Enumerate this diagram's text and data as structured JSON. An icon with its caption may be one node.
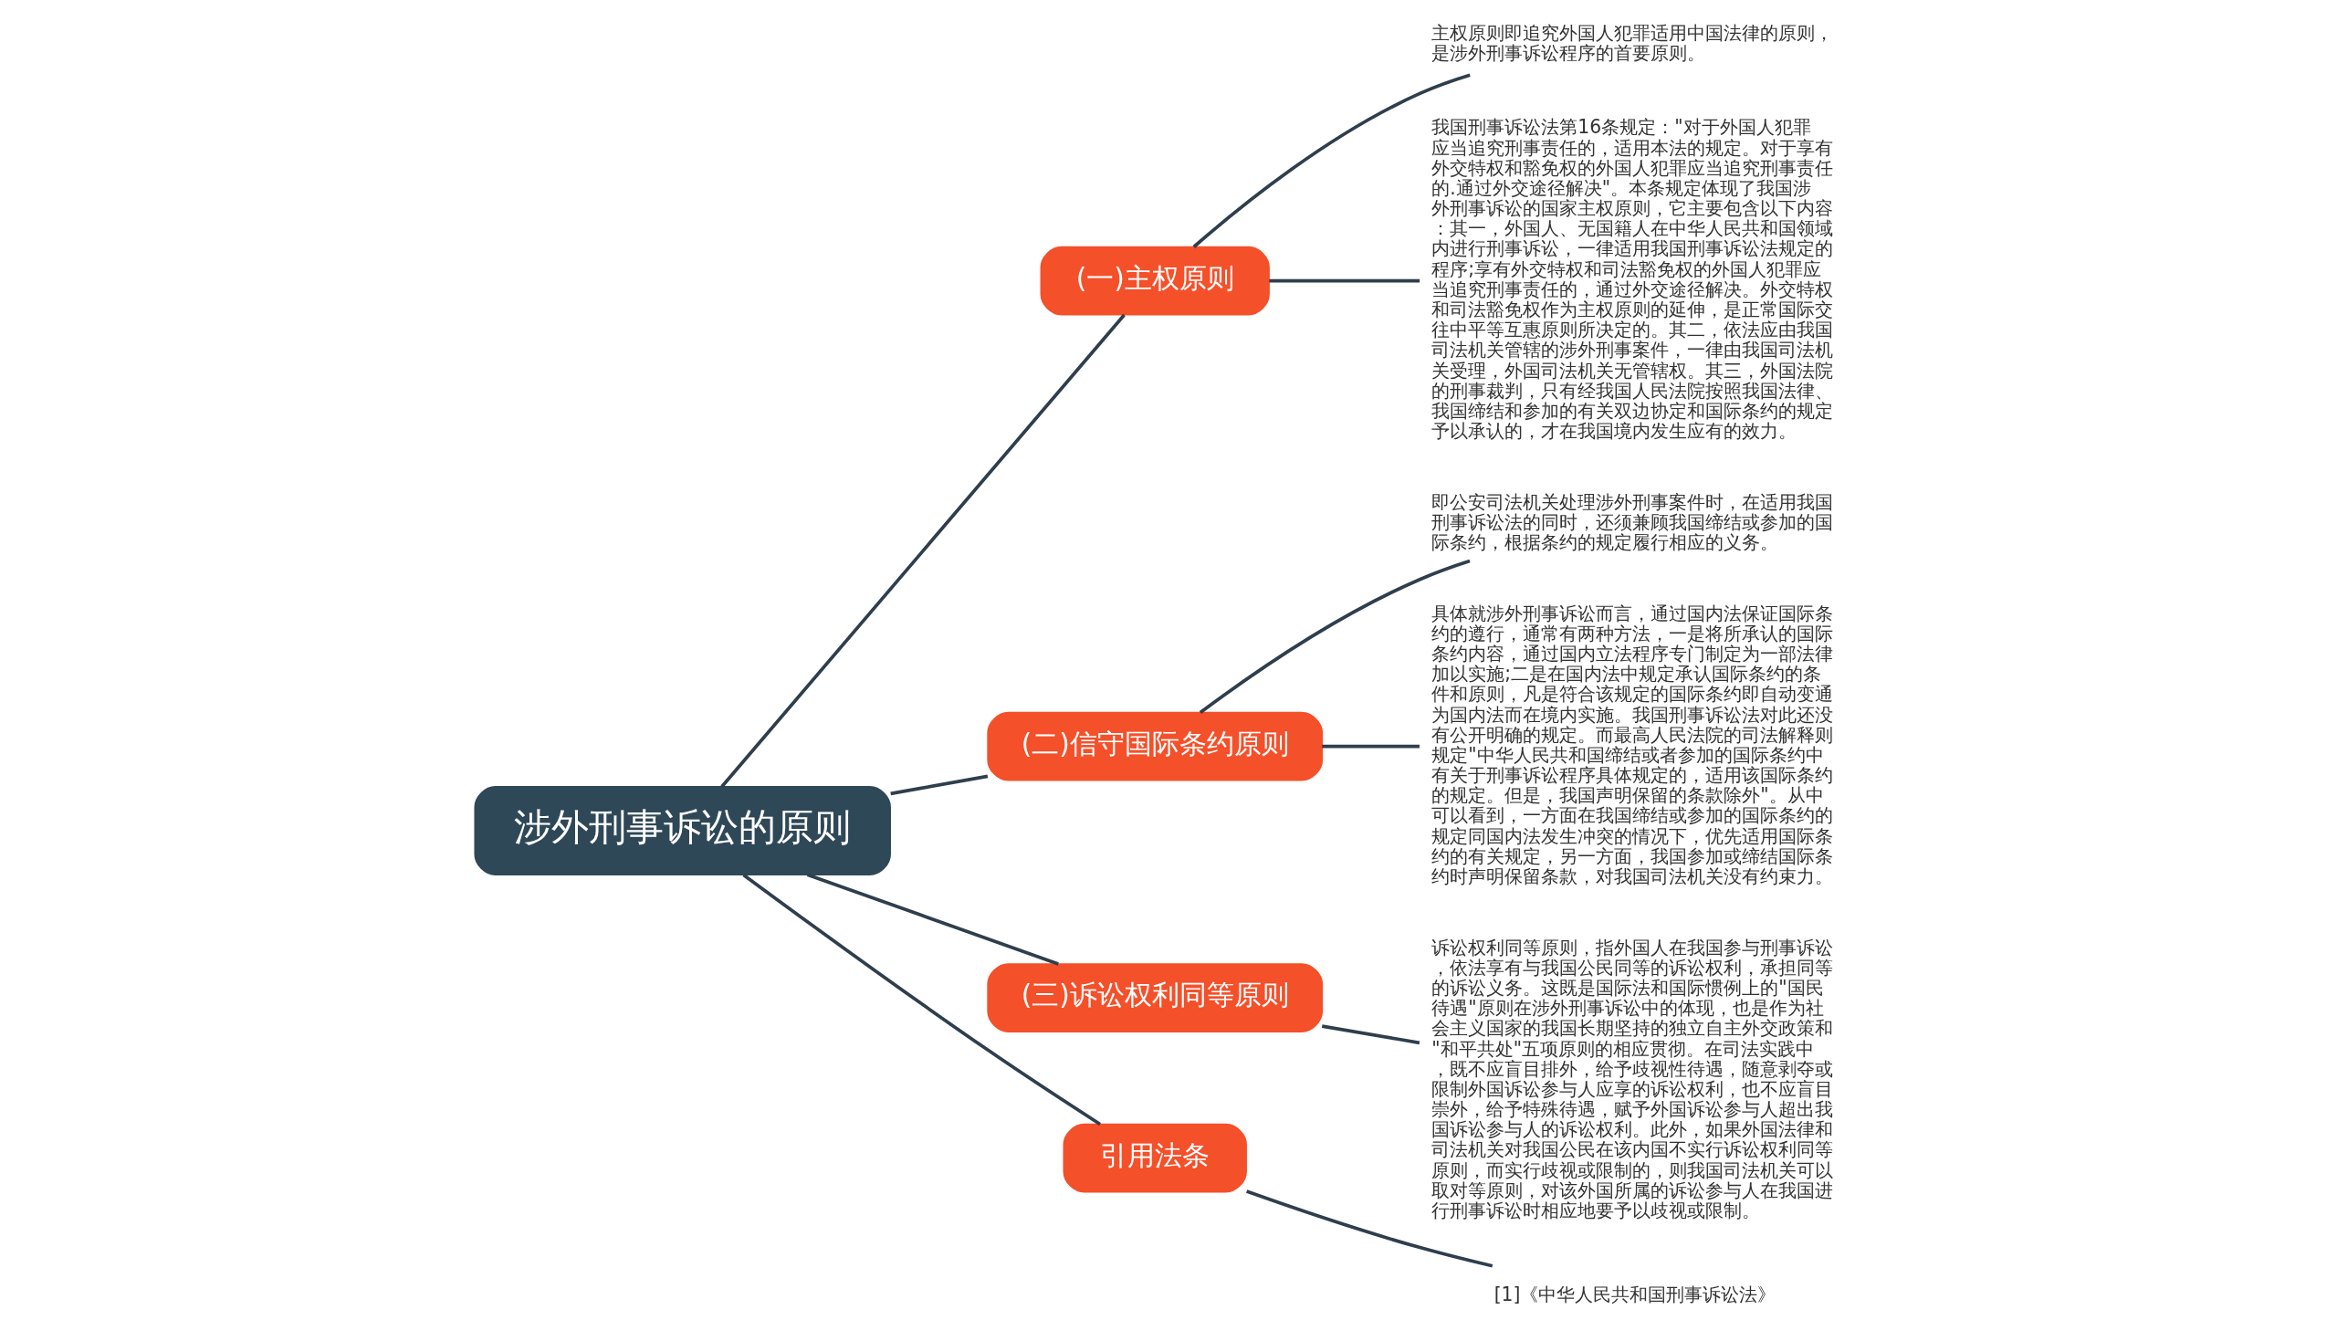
{
  "diagram": {
    "nodes": [
      {
        "text": [
          "涉外刑事诉讼的原则"
        ]
      },
      {
        "text": [
          "(一)主权原则"
        ]
      },
      {
        "text": [
          "主权原则即追究外国人犯罪适用中国法律的原则，是涉外刑事诉讼程序的首要原则。"
        ]
      },
      {
        "text": [
          "我国刑事诉讼法第16条规定：\"对于外国人犯罪应当追究刑事责任的，适用本法的规定。对于享有外交特权和豁免权的外国人犯罪应当追究刑事责任的.通过外交途径解决\"。本条规定体现了我国涉外刑事诉讼的国家主权原则，它主要包含以下内容：其一，外国人、无国籍人在中华人民共和国领域内进行刑事诉讼，一律适用我国刑事诉讼法规定的程序;享有外交特权和司法豁免权的外国人犯罪应当追究刑事责任的，通过外交途径解决。外交特权和司法豁免权作为主权原则的延伸，是正常国际交往中平等互惠原则所决定的。其二，依法应由我国司法机关管辖的涉外刑事案件，一律由我国司法机关受理，外国司法机关无管辖权。其三，外国法院的刑事裁判，只有经我国人民法院按照我国法律、我国缔结和参加的有关双边协定和国际条约的规定予以承认的，才在我国境内发生应有的效力。"
        ]
      },
      {
        "text": [
          "(二)信守国际条约原则"
        ]
      },
      {
        "text": [
          "即公安司法机关处理涉外刑事案件时，在适用我国刑事诉讼法的同时，还须兼顾我国缔结或参加的国际条约，根据条约的规定履行相应的义务。"
        ]
      },
      {
        "text": [
          "具体就涉外刑事诉讼而言，通过国内法保证国际条约的遵行，通常有两种方法，一是将所承认的国际条约内容，通过国内立法程序专门制定为一部法律加以实施;二是在国内法中规定承认国际条约的条件和原则，凡是符合该规定的国际条约即自动变通为国内法而在境内实施。我国刑事诉讼法对此还没有公开明确的规定。而最高人民法院的司法解释则规定\"中华人民共和国缔结或者参加的国际条约中有关于刑事诉讼程序具体规定的，适用该国际条约的规定。但是，我国声明保留的条款除外\"。从中可以看到，一方面在我国缔结或参加的国际条约的规定同国内法发生冲突的情况下，优先适用国际条约的有关规定，另一方面，我国参加或缔结国际条约时声明保留条款，对我国司法机关没有约束力。"
        ]
      },
      {
        "text": [
          "(三)诉讼权利同等原则"
        ]
      },
      {
        "text": [
          "诉讼权利同等原则，指外国人在我国参与刑事诉讼，依法享有与我国公民同等的诉讼权利，承担同等的诉讼义务。这既是国际法和国际惯例上的\"国民待遇\"原则在涉外刑事诉讼中的体现，也是作为社会主义国家的我国长期坚持的独立自主外交政策和\"和平共处\"五项原则的相应贯彻。在司法实践中，既不应盲目排外，给予歧视性待遇，随意剥夺或限制外国诉讼参与人应享的诉讼权利，也不应盲目崇外，给予特殊待遇，赋予外国诉讼参与人超出我国诉讼参与人的诉讼权利。此外，如果外国法律和司法机关对我国公民在该内国不实行诉讼权利同等原则，而实行歧视或限制的，则我国司法机关可以取对等原则，对该外国所属的诉讼参与人在我国进行刑事诉讼时相应地要予以歧视或限制。"
        ]
      },
      {
        "text": [
          "引用法条"
        ]
      },
      {
        "text": [
          "[1]《中华人民共和国刑事诉讼法》"
        ]
      }
    ],
    "edges": [
      {
        "from": 0,
        "to": 1,
        "arrow": "none"
      },
      {
        "from": 1,
        "to": 2,
        "arrow": "none"
      },
      {
        "from": 1,
        "to": 3,
        "arrow": "none"
      },
      {
        "from": 0,
        "to": 4,
        "arrow": "none"
      },
      {
        "from": 4,
        "to": 5,
        "arrow": "none"
      },
      {
        "from": 4,
        "to": 6,
        "arrow": "none"
      },
      {
        "from": 0,
        "to": 7,
        "arrow": "none"
      },
      {
        "from": 7,
        "to": 8,
        "arrow": "none"
      },
      {
        "from": 0,
        "to": 9,
        "arrow": "none"
      },
      {
        "from": 9,
        "to": 10,
        "arrow": "none"
      }
    ]
  }
}
